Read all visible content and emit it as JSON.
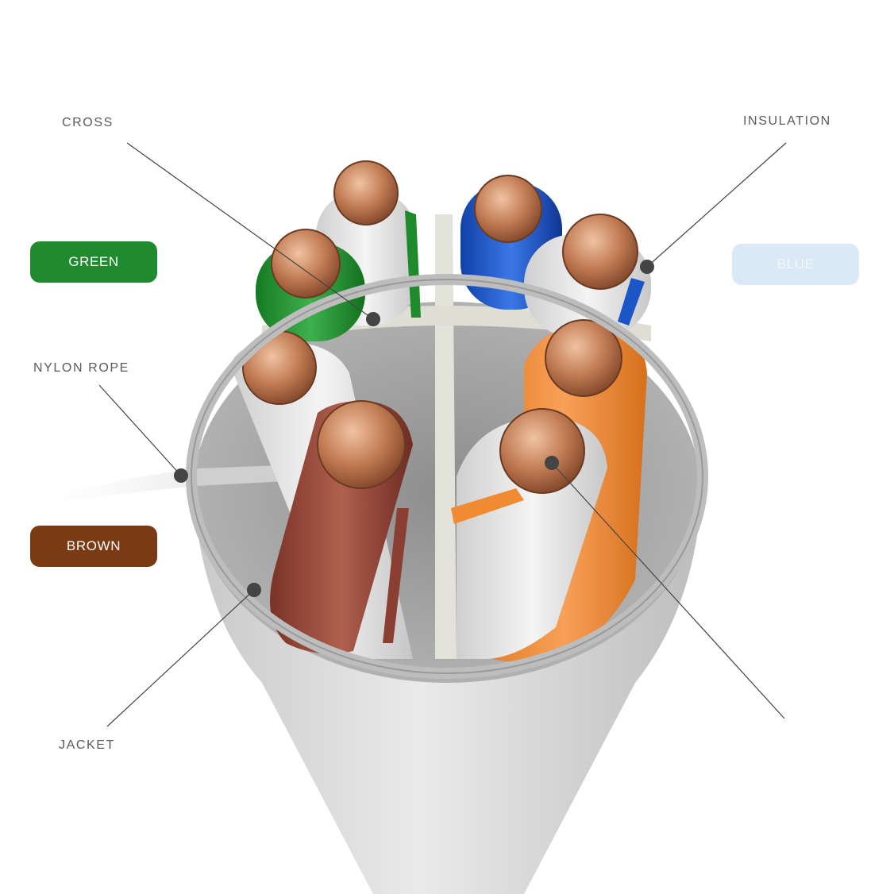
{
  "callouts": {
    "cross": "CROSS",
    "insulation": "INSULATION",
    "nylon_rope": "NYLON ROPE",
    "jacket": "JACKET"
  },
  "color_pairs": [
    {
      "label": "GREEN",
      "color": "#1f8a2e"
    },
    {
      "label": "BLUE",
      "color": "#dbe8f5"
    },
    {
      "label": "BROWN",
      "color": "#7a3a14"
    }
  ],
  "wire_colors": {
    "green": "#1e8a2b",
    "blue": "#1a56c8",
    "brown": "#8a3f32",
    "orange": "#f08a33",
    "white": "#e6e6e6",
    "copper": "#c58860",
    "jacket": "#d9d9d9"
  }
}
